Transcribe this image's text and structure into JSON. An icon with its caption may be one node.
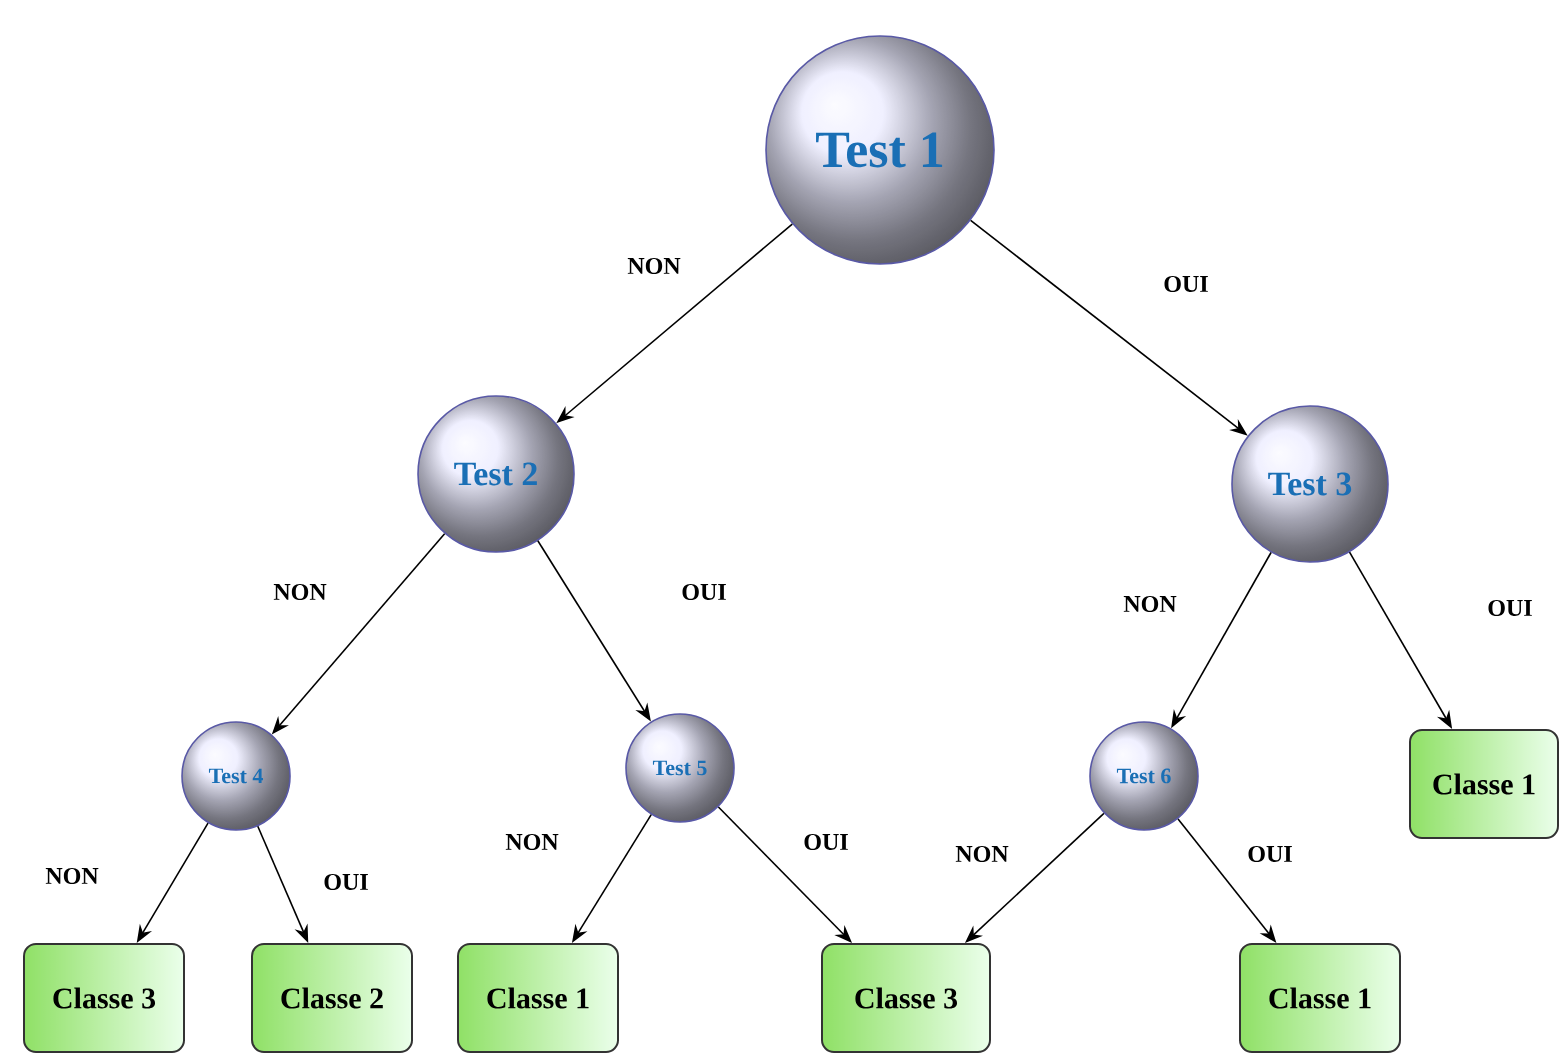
{
  "diagram": {
    "nodes": [
      {
        "text": [
          "Test 1"
        ]
      },
      {
        "text": [
          "Test 2"
        ]
      },
      {
        "text": [
          "Test 3"
        ]
      },
      {
        "text": [
          "Test 4"
        ]
      },
      {
        "text": [
          "Test 5"
        ]
      },
      {
        "text": [
          "Test 6"
        ]
      },
      {
        "text": [
          "Classe 1"
        ]
      },
      {
        "text": [
          "Classe 3"
        ]
      },
      {
        "text": [
          "Classe 2"
        ]
      },
      {
        "text": [
          "Classe 1"
        ]
      },
      {
        "text": [
          "Classe 3"
        ]
      },
      {
        "text": [
          "Classe 1"
        ]
      }
    ],
    "edges": [
      {
        "from": 0,
        "to": 1,
        "arrow": "to",
        "label": "NON"
      },
      {
        "from": 0,
        "to": 2,
        "arrow": "to",
        "label": "OUI"
      },
      {
        "from": 1,
        "to": 3,
        "arrow": "to",
        "label": "NON"
      },
      {
        "from": 1,
        "to": 4,
        "arrow": "to",
        "label": "OUI"
      },
      {
        "from": 2,
        "to": 5,
        "arrow": "to",
        "label": "NON"
      },
      {
        "from": 2,
        "to": 6,
        "arrow": "to",
        "label": "OUI"
      },
      {
        "from": 3,
        "to": 7,
        "arrow": "to",
        "label": "NON"
      },
      {
        "from": 3,
        "to": 8,
        "arrow": "to",
        "label": "OUI"
      },
      {
        "from": 4,
        "to": 9,
        "arrow": "to",
        "label": "NON"
      },
      {
        "from": 4,
        "to": 10,
        "arrow": "to",
        "label": "OUI"
      },
      {
        "from": 5,
        "to": 10,
        "arrow": "to",
        "label": "NON"
      },
      {
        "from": 5,
        "to": 11,
        "arrow": "to",
        "label": "OUI"
      }
    ]
  }
}
